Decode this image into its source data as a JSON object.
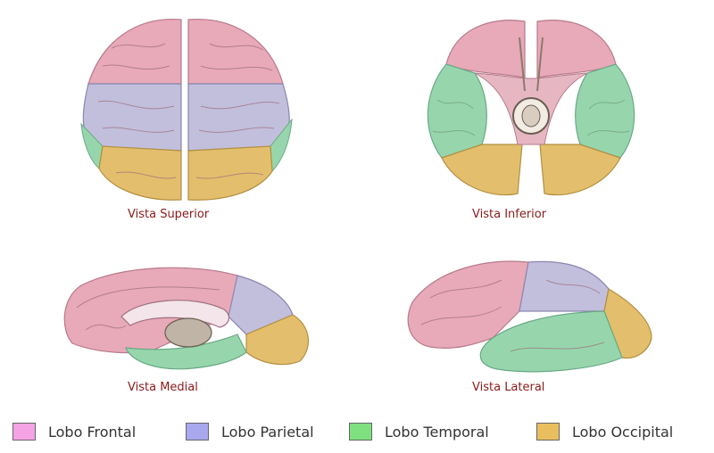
{
  "views": {
    "superior": {
      "caption": "Vista Superior"
    },
    "inferior": {
      "caption": "Vista Inferior"
    },
    "medial": {
      "caption": "Vista Medial"
    },
    "lateral": {
      "caption": "Vista Lateral"
    }
  },
  "legend": [
    {
      "label": "Lobo Frontal",
      "color": "#f6a3e6"
    },
    {
      "label": "Lobo Parietal",
      "color": "#a8a8ee"
    },
    {
      "label": "Lobo Temporal",
      "color": "#7fe07f"
    },
    {
      "label": "Lobo Occipital",
      "color": "#e9bf5e"
    }
  ],
  "colors": {
    "frontal": "#e8a9b8",
    "parietal": "#c2bfdc",
    "temporal": "#97d6ad",
    "occipital": "#e3bf6d",
    "caption": "#8b1a1a"
  }
}
